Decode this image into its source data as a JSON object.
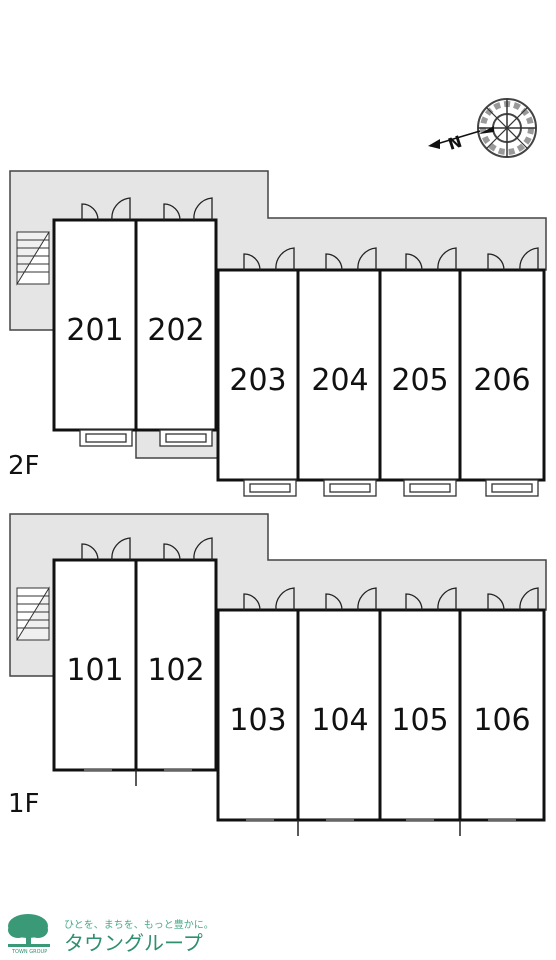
{
  "compass": {
    "letter": "N",
    "icon": "north-arrow-compass-icon"
  },
  "floors": [
    {
      "id": "2F",
      "label": "2F",
      "units": [
        "201",
        "202",
        "203",
        "204",
        "205",
        "206"
      ]
    },
    {
      "id": "1F",
      "label": "1F",
      "units": [
        "101",
        "102",
        "103",
        "104",
        "105",
        "106"
      ]
    }
  ],
  "logo": {
    "tagline": "ひとを、まちを、もっと豊かに。",
    "name": "タウングループ",
    "sub": "TOWN GROUP",
    "icon": "tree-logo-icon",
    "color": "#3a9a78"
  },
  "colors": {
    "corridor": "#e5e5e5",
    "wall": "#111111"
  }
}
